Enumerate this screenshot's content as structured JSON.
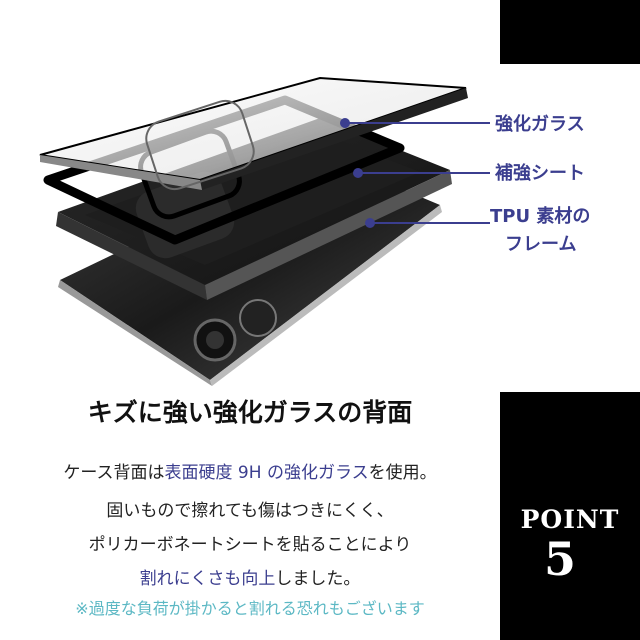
{
  "callouts": {
    "glass": "強化ガラス",
    "sheet": "補強シート",
    "frame_line1": "TPU 素材の",
    "frame_line2": "フレーム"
  },
  "headline": "キズに強い強化ガラスの背面",
  "body": {
    "line1_a": "ケース背面は",
    "line1_hl": "表面硬度 9H の強化ガラス",
    "line1_b": "を使用。",
    "line2": "固いもので擦れても傷はつきにくく、",
    "line3": "ポリカーボネートシートを貼ることにより",
    "line4_hl": "割れにくさも向上",
    "line4_b": "しました。"
  },
  "note": "※過度な負荷が掛かると割れる恐れもございます",
  "badge": {
    "label": "POINT",
    "number": "5"
  },
  "colors": {
    "accent": "#3b3e8f",
    "note": "#5cb8c4",
    "badge_bg": "#000000"
  }
}
